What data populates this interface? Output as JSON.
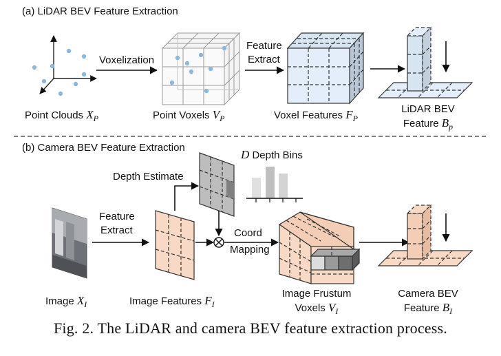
{
  "sections": {
    "a_title": "(a) LiDAR BEV Feature Extraction",
    "b_title": "(b) Camera BEV Feature Extraction"
  },
  "lidar": {
    "point_clouds": {
      "label": "Point Clouds ",
      "sym": "X",
      "sub": "P"
    },
    "voxelization": "Voxelization",
    "point_voxels": {
      "label": "Point Voxels ",
      "sym": "V",
      "sub": "P"
    },
    "feature_extract_1": "Feature",
    "feature_extract_2": "Extract",
    "voxel_features": {
      "label": "Voxel Features ",
      "sym": "F",
      "sub": "P"
    },
    "bev_1": "LiDAR BEV",
    "bev_2": {
      "label": "Feature ",
      "sym": "B",
      "sub": "p"
    }
  },
  "camera": {
    "image": {
      "label": "Image ",
      "sym": "X",
      "sub": "I"
    },
    "feature_extract_1": "Feature",
    "feature_extract_2": "Extract",
    "image_features": {
      "label": "Image Features ",
      "sym": "F",
      "sub": "I"
    },
    "depth_estimate": "Depth Estimate",
    "depth_bins": {
      "sym": "D",
      "label": " Depth Bins"
    },
    "coord_1": "Coord",
    "coord_2": "Mapping",
    "frustum_1": "Image Frustum",
    "frustum_2": {
      "label": "Voxels ",
      "sym": "V",
      "sub": "I"
    },
    "bev_1": "Camera BEV",
    "bev_2": {
      "label": "Feature ",
      "sym": "B",
      "sub": "I"
    }
  },
  "caption": "Fig. 2.   The LiDAR and camera BEV feature extraction process.",
  "colors": {
    "point": "#8fb6dc",
    "lidar_fill": "#e3eefa",
    "camera_fill": "#f7d9c6",
    "gray_panel": "#bdbdbd"
  }
}
